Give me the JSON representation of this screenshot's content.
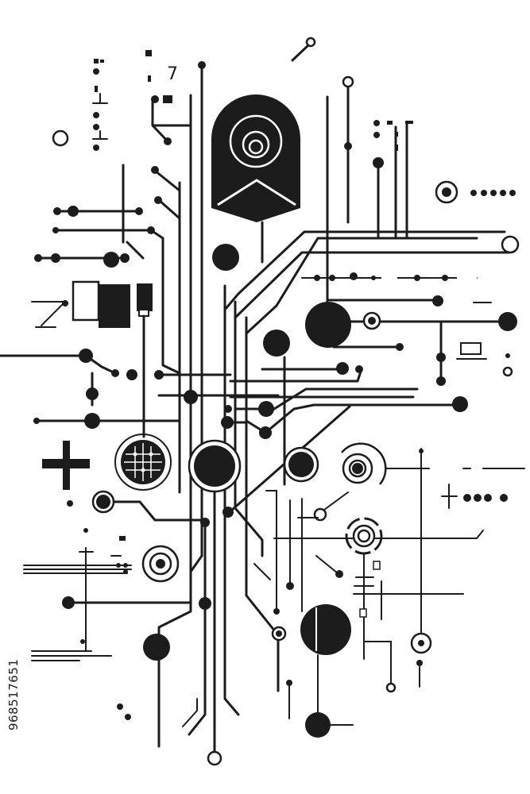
{
  "image": {
    "kind": "circuit-board line illustration",
    "palette": {
      "ink": "#1c1c1c",
      "background": "#ffffff"
    },
    "glyph_text": "7",
    "stock_id": "968517651"
  }
}
